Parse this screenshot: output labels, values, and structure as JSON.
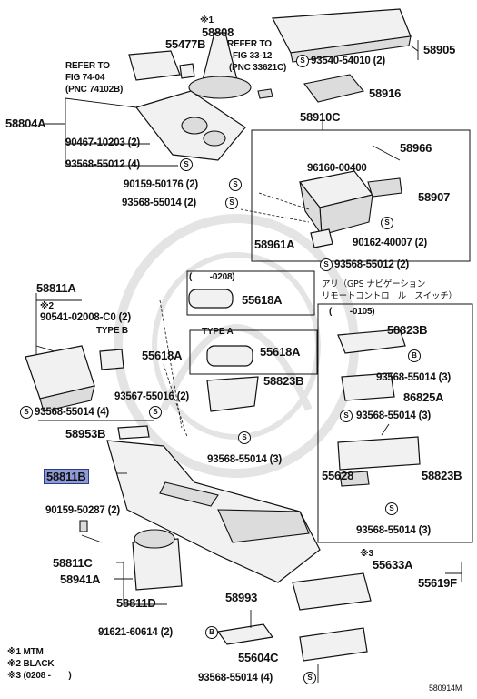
{
  "parts": {
    "p58808": "58808",
    "p55477b": "55477B",
    "p58905": "58905",
    "p58916": "58916",
    "p58804a": "58804A",
    "p58910c": "58910C",
    "p58966": "58966",
    "p58907": "58907",
    "p58961a": "58961A",
    "p58811a": "58811A",
    "p55618a_1": "55618A",
    "p55618a_2": "55618A",
    "p55618a_3": "55618A",
    "p58823b_1": "58823B",
    "p58823b_2": "58823B",
    "p58823b_3": "58823B",
    "p86825a": "86825A",
    "p58953b": "58953B",
    "p58811b": "58811B",
    "p55628": "55628",
    "p58811c": "58811C",
    "p58941a": "58941A",
    "p58811d": "58811D",
    "p58993": "58993",
    "p55633a": "55633A",
    "p55619f": "55619F",
    "p55604c": "55604C"
  },
  "fasteners": {
    "f1": "93540-54010 (2)",
    "f2": "90467-10203 (2)",
    "f3": "93568-55012 (4)",
    "f4": "96160-00400",
    "f5": "90159-50176 (2)",
    "f6": "93568-55014 (2)",
    "f7": "90162-40007 (2)",
    "f8": "93568-55012 (2)",
    "f9": "90541-02008-C0 (2)",
    "f10": "93568-55014 (4)",
    "f11": "93567-55016 (2)",
    "f12": "93568-55014 (3)",
    "f13": "93568-55014 (3)",
    "f14": "93568-55014 (3)",
    "f15": "90159-50287 (2)",
    "f16": "93568-55014 (3)",
    "f17": "91621-60614 (2)",
    "f18": "93568-55014 (4)"
  },
  "refs": {
    "ref1_line1": "REFER TO",
    "ref1_line2": "FIG 74-04",
    "ref1_line3": "(PNC 74102B)",
    "ref2_line1": "REFER TO",
    "ref2_line2": "FIG 33-12",
    "ref2_line3": "(PNC 33621C)"
  },
  "notes": {
    "mark1": "※1",
    "mark2": "※2",
    "mark3": "※3",
    "type_b": "TYPE B",
    "type_a": "TYPE A",
    "date1": "(　　-0208)",
    "date2": "(　　-0105)",
    "jp_line1": "アリ（GPS ナビゲーション",
    "jp_line2": "リモートコントロ　ル　スイッチ）",
    "legend1": "※1 MTM",
    "legend2": "※2 BLACK",
    "legend3": "※3 (0208 -　　)",
    "figure_id": "580914M"
  },
  "symbols": {
    "s": "S",
    "b": "B"
  }
}
